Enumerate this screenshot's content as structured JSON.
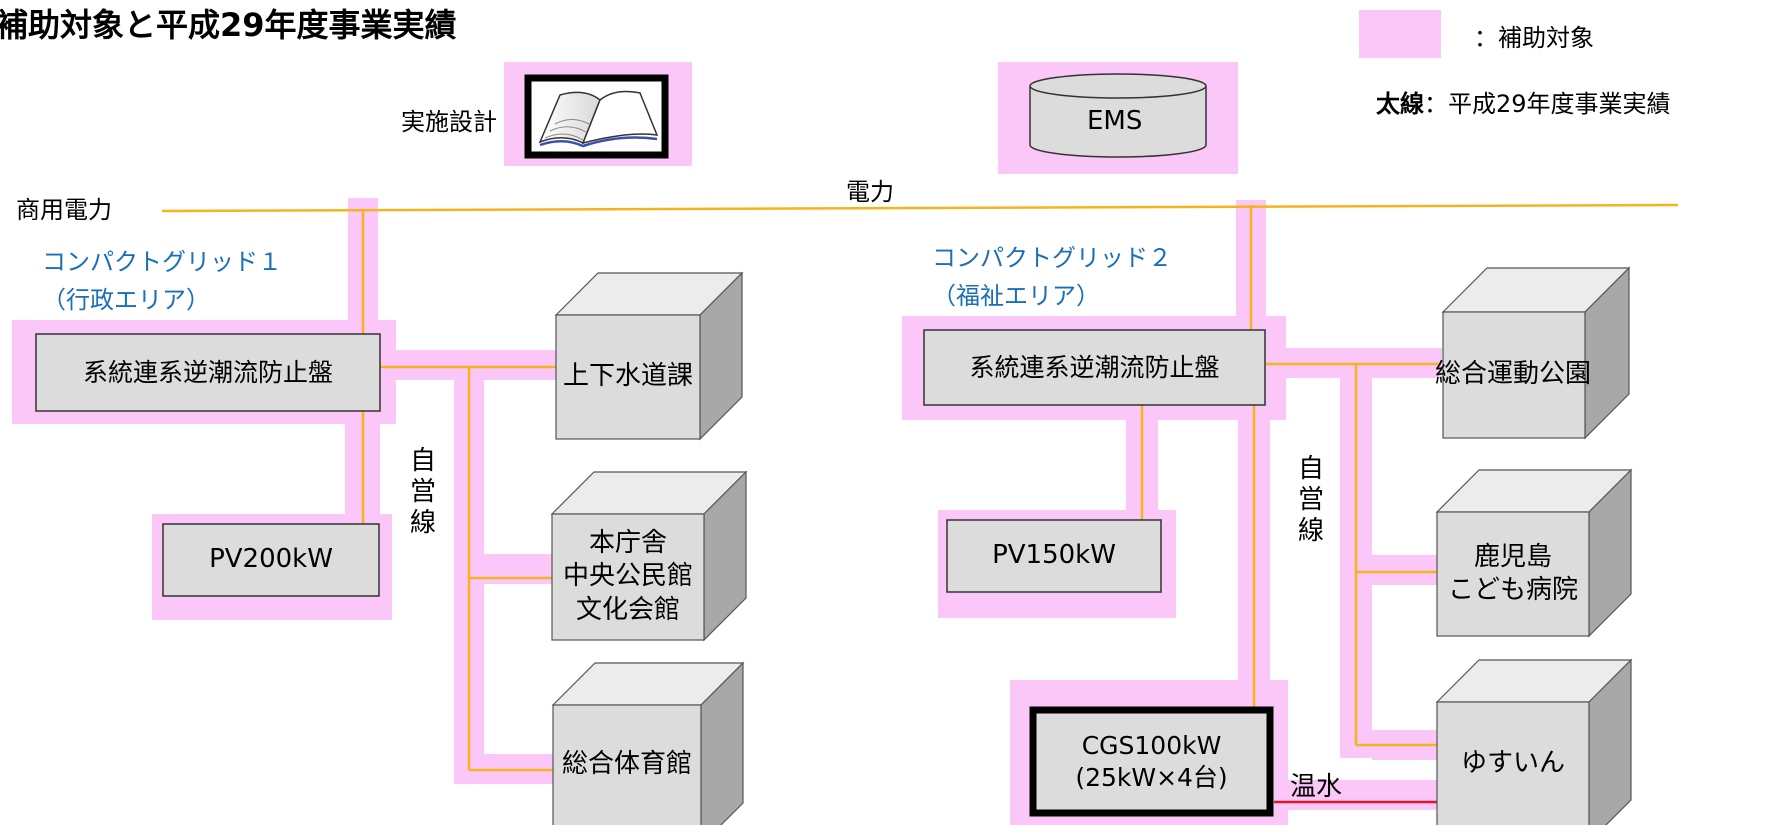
{
  "title": "補助対象と平成29年度事業実績",
  "legend": {
    "subsidy_label": "：補助対象",
    "thick_line_bold": "太線",
    "thick_line_label": "：平成29年度事業実績"
  },
  "colors": {
    "subsidy": "#fbc7f9",
    "power_line": "#f5b41d",
    "hot_water_line": "#e3142a",
    "box_fill": "#dcdcdc",
    "label_blue": "#1a6fb8"
  },
  "top": {
    "design_label": "実施設計",
    "ems_label": "EMS",
    "grid_power_label": "商用電力",
    "power_label": "電力"
  },
  "grid1": {
    "name_line1": "コンパクトグリッド１",
    "name_line2": "（行政エリア）",
    "panel_label": "系統連系逆潮流防止盤",
    "pv_label": "PV200kW",
    "private_line_label": "自営線",
    "buildings": [
      {
        "label": "上下水道課"
      },
      {
        "label_lines": [
          "本庁舎",
          "中央公民館",
          "文化会館"
        ]
      },
      {
        "label": "総合体育館"
      }
    ]
  },
  "grid2": {
    "name_line1": "コンパクトグリッド２",
    "name_line2": "（福祉エリア）",
    "panel_label": "系統連系逆潮流防止盤",
    "pv_label": "PV150kW",
    "private_line_label": "自営線",
    "cgs_line1": "CGS100kW",
    "cgs_line2": "(25kW×4台)",
    "hot_water_label": "温水",
    "buildings": [
      {
        "label": "総合運動公園"
      },
      {
        "label_lines": [
          "鹿児島",
          "こども病院"
        ]
      },
      {
        "label": "ゆすいん"
      }
    ]
  }
}
